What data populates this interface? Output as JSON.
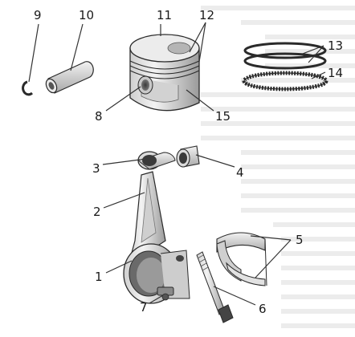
{
  "colors": {
    "metal_light": "#e6e6e6",
    "metal_mid": "#bdbdbd",
    "metal_dark": "#6b6b6b",
    "outline": "#2a2a2a",
    "leader": "#333333",
    "background_text": "#eaeaea"
  },
  "labels": [
    {
      "id": "1",
      "text": "1"
    },
    {
      "id": "2",
      "text": "2"
    },
    {
      "id": "3",
      "text": "3"
    },
    {
      "id": "4",
      "text": "4"
    },
    {
      "id": "5",
      "text": "5"
    },
    {
      "id": "6",
      "text": "6"
    },
    {
      "id": "7",
      "text": "7"
    },
    {
      "id": "8",
      "text": "8"
    },
    {
      "id": "9",
      "text": "9"
    },
    {
      "id": "10",
      "text": "10"
    },
    {
      "id": "11",
      "text": "11"
    },
    {
      "id": "12",
      "text": "12"
    },
    {
      "id": "13",
      "text": "13"
    },
    {
      "id": "14",
      "text": "14"
    },
    {
      "id": "15",
      "text": "15"
    }
  ]
}
